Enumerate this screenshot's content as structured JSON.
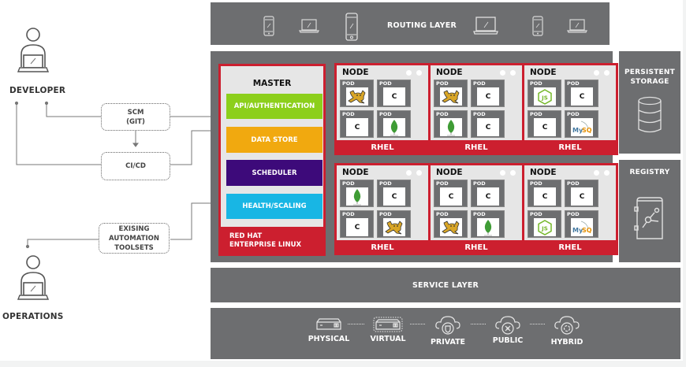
{
  "actors": {
    "developer": "DEVELOPER",
    "operations": "OPERATIONS"
  },
  "tools": {
    "scm": [
      "SCM",
      "(GIT)"
    ],
    "cicd": "CI/CD",
    "automation": [
      "EXISING",
      "AUTOMATION",
      "TOOLSETS"
    ]
  },
  "routing_layer": {
    "label": "ROUTING LAYER",
    "icons": [
      "phone-icon",
      "laptop-icon",
      "phone-icon",
      "laptop-icon",
      "phone-icon",
      "laptop-icon"
    ]
  },
  "master": {
    "title": "MASTER",
    "components": [
      {
        "label": "API/AUTHENTICATION",
        "color": "#8ccf1b"
      },
      {
        "label": "DATA STORE",
        "color": "#f1a90f"
      },
      {
        "label": "SCHEDULER",
        "color": "#3d0a7a"
      },
      {
        "label": "HEALTH/SCALING",
        "color": "#18b6e4"
      }
    ],
    "footer": [
      "RED HAT",
      "ENTERPRISE LINUX"
    ]
  },
  "nodes": [
    {
      "title": "NODE",
      "os": "RHEL",
      "pods": [
        "tomcat",
        "C",
        "C",
        "mongodb"
      ]
    },
    {
      "title": "NODE",
      "os": "RHEL",
      "pods": [
        "tomcat",
        "C",
        "mongodb",
        "C"
      ]
    },
    {
      "title": "NODE",
      "os": "RHEL",
      "pods": [
        "nodejs",
        "C",
        "C",
        "mysql"
      ]
    },
    {
      "title": "NODE",
      "os": "RHEL",
      "pods": [
        "mongodb",
        "C",
        "C",
        "tomcat"
      ]
    },
    {
      "title": "NODE",
      "os": "RHEL",
      "pods": [
        "C",
        "C",
        "tomcat",
        "mongodb"
      ]
    },
    {
      "title": "NODE",
      "os": "RHEL",
      "pods": [
        "C",
        "C",
        "nodejs",
        "mysql"
      ]
    }
  ],
  "pod_label": "POD",
  "side": {
    "storage": [
      "PERSISTENT",
      "STORAGE"
    ],
    "registry": "REGISTRY"
  },
  "service_layer": "SERVICE LAYER",
  "infrastructure": [
    "PHYSICAL",
    "VIRTUAL",
    "PRIVATE",
    "PUBLIC",
    "HYBRID"
  ],
  "colors": {
    "layer_gray": "#6d6e70",
    "rhel_red": "#cc1f2f",
    "panel_light": "#e6e6e6"
  }
}
